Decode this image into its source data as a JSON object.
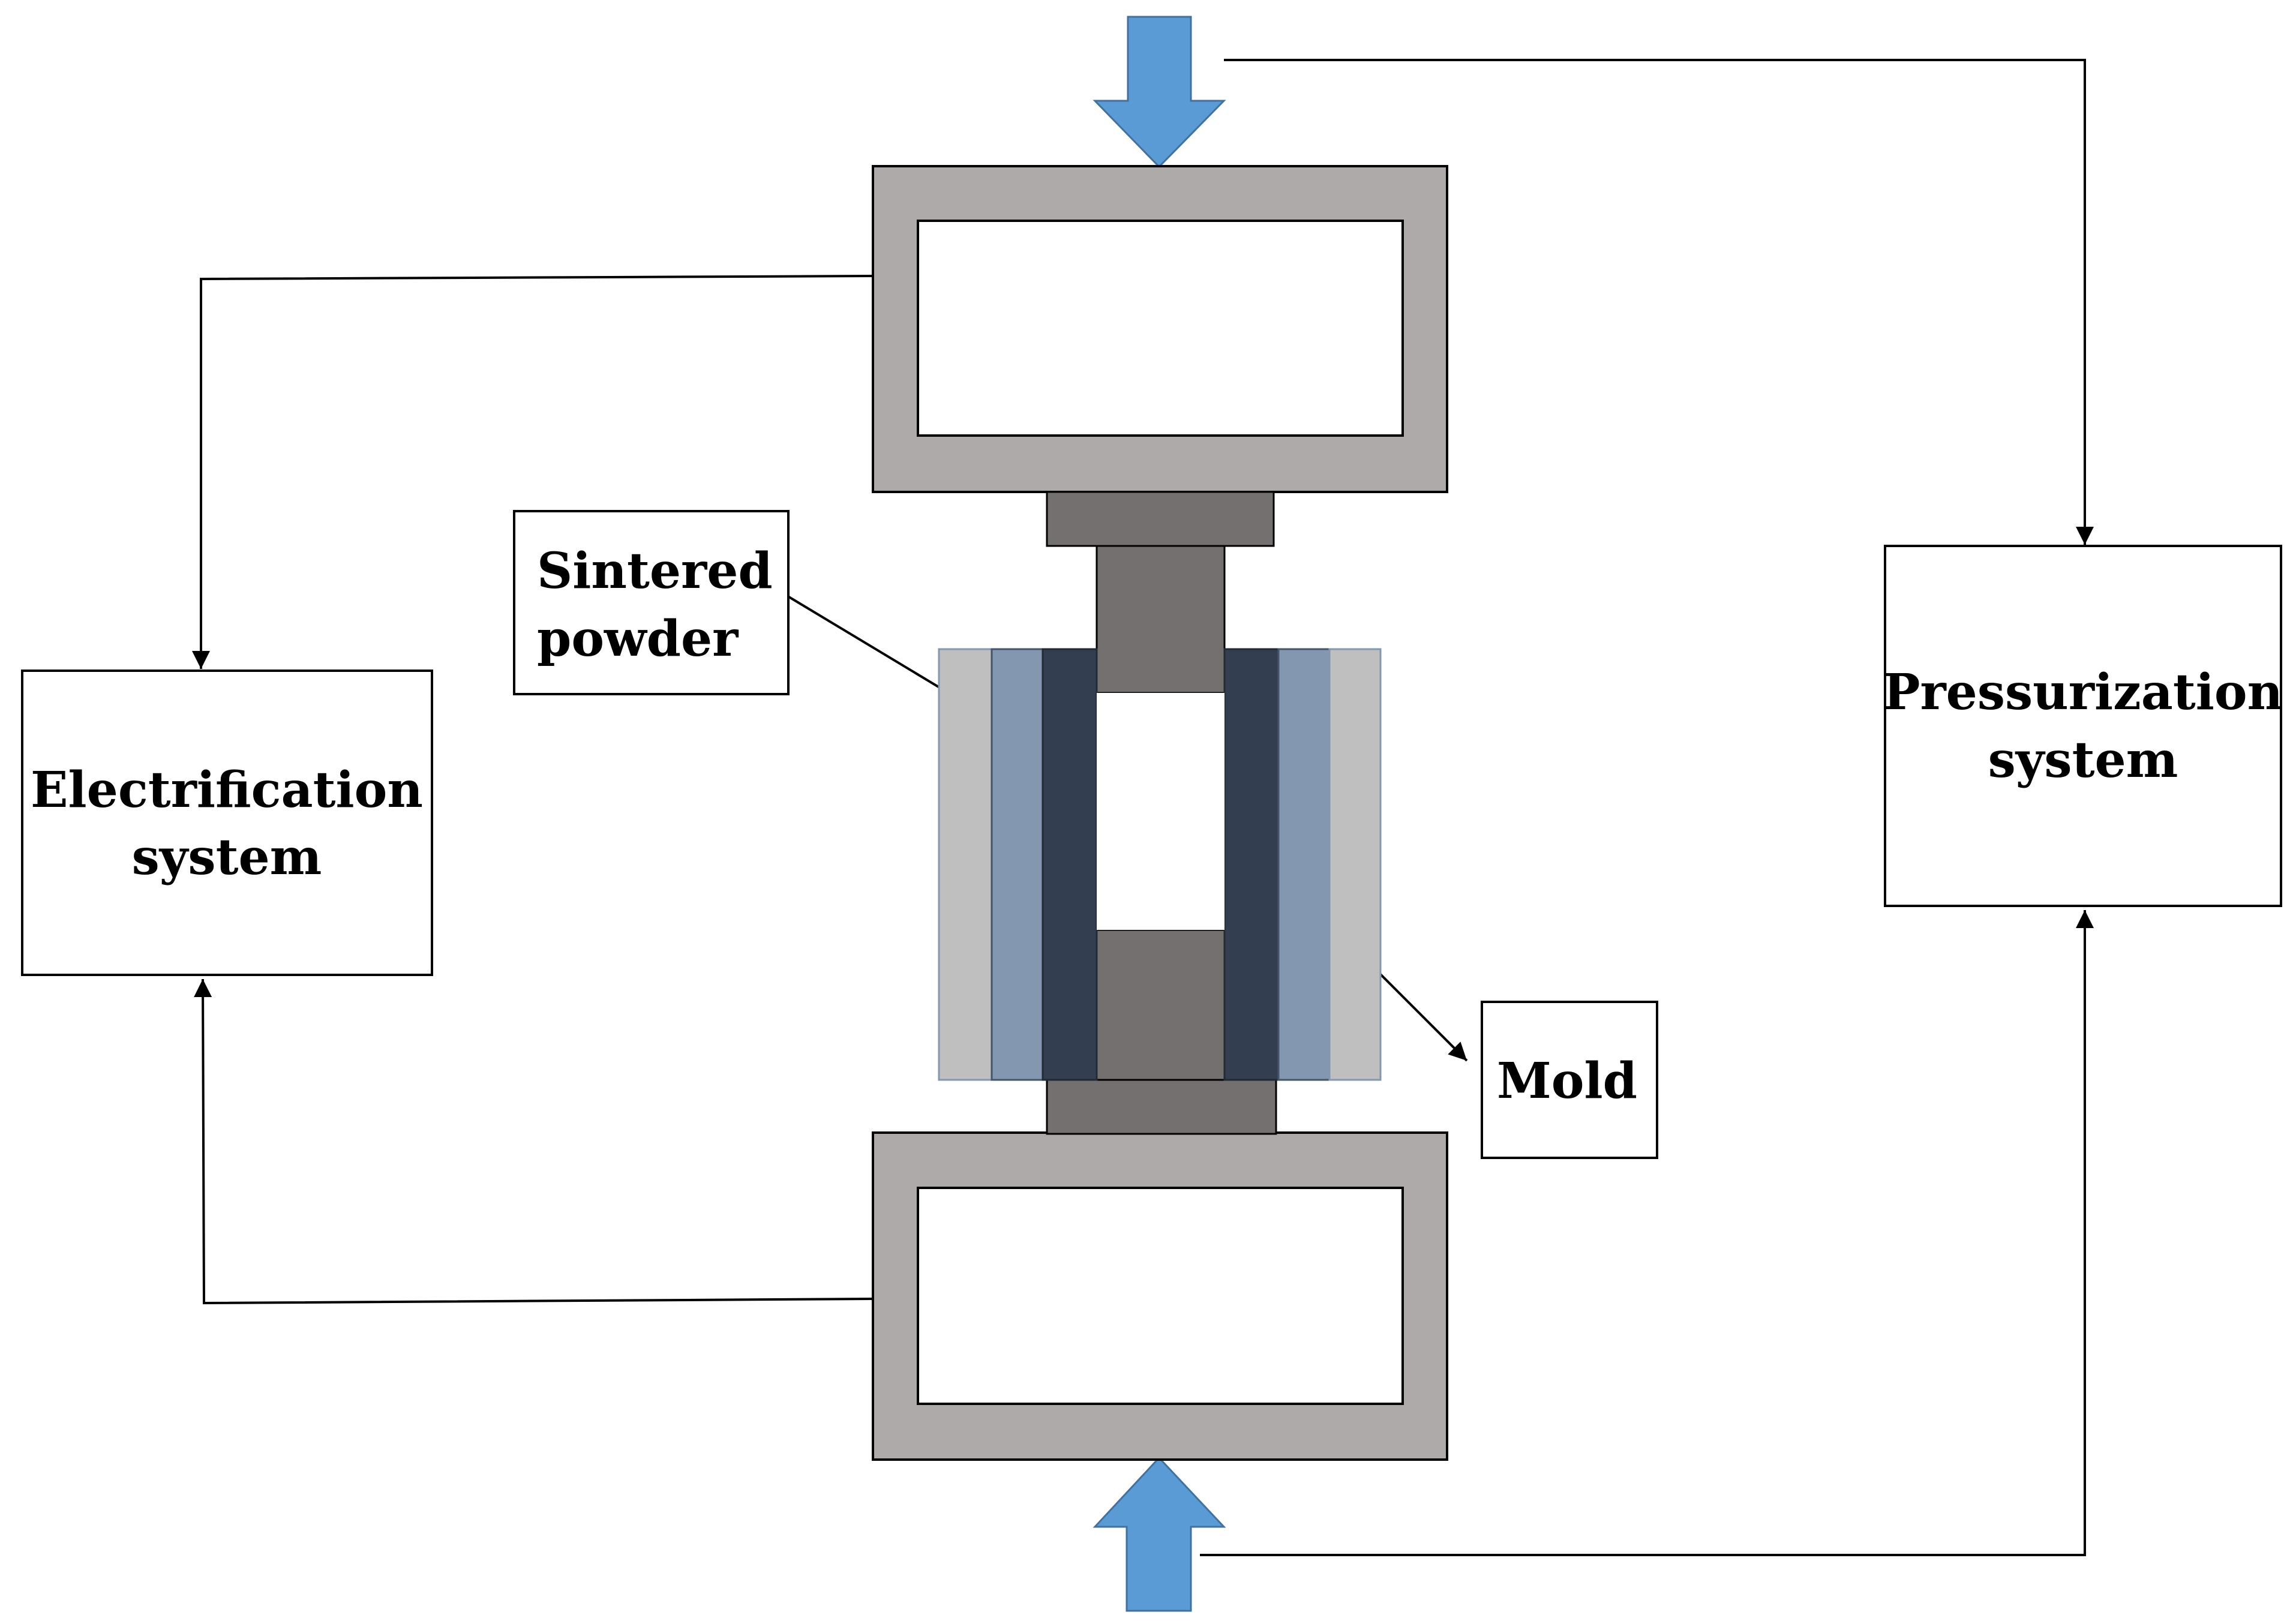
{
  "colors": {
    "electrode": "#aeaaaa",
    "punch": "#757070",
    "arrow": "#5b9bd5",
    "mold_outer": "#bfbfbf",
    "mold_middle": "#8497b0",
    "mold_inner": "#333f50",
    "line": "#000000",
    "box_border": "#000000"
  },
  "labels": {
    "electrification_line1": "Electrification",
    "electrification_line2": "system",
    "pressurization_line1": "Pressurization",
    "pressurization_line2": "system",
    "sintered_line1": "Sintered",
    "sintered_line2": "powder",
    "mold": "Mold"
  },
  "icons": {
    "top_pressure_arrow": "arrow-down-icon",
    "bottom_pressure_arrow": "arrow-up-icon"
  }
}
